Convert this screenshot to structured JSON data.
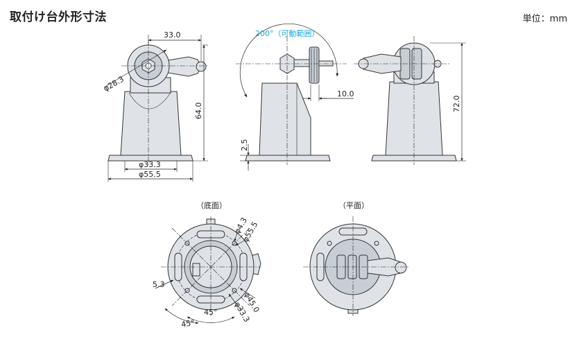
{
  "title": "取付け台外形寸法",
  "unit_label": "単位：mm",
  "views": {
    "bottom_label": "（底面）",
    "top_label": "（平面）"
  },
  "dimensions": {
    "width_top": "33.0",
    "dia_head": "φ28.3",
    "height_64": "64.0",
    "dia_33_3": "φ33.3",
    "dia_55_5": "φ55.5",
    "rotation": "200°（可動範囲）",
    "offset_10": "10.0",
    "base_2_5": "2.5",
    "height_72": "72.0",
    "bottom_dia_4_3": "φ4.3",
    "bottom_dia_55_5": "φ55.5",
    "bottom_5_3": "5.3",
    "bottom_dia_45": "φ45.0",
    "bottom_dia_33_3": "φ33.3",
    "angle_45_a": "45°",
    "angle_45_b": "45°"
  },
  "colors": {
    "part_fill": "#dfe3e8",
    "accent_blue": "#1aa7d8"
  }
}
